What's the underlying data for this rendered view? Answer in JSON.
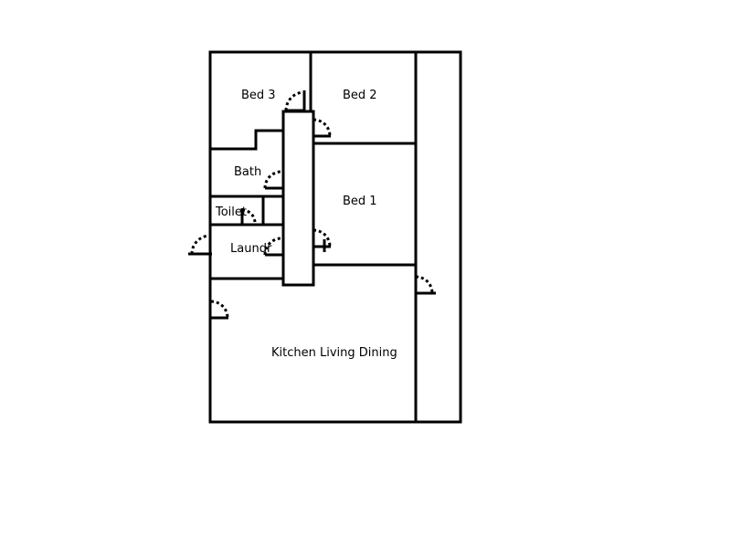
{
  "rooms": {
    "bed3": "Bed 3",
    "bed2": "Bed 2",
    "bath": "Bath",
    "bed1": "Bed 1",
    "toilet": "Toilet",
    "laundry": "Laundr",
    "kitchen_living_dining": "Kitchen Living Dining"
  }
}
